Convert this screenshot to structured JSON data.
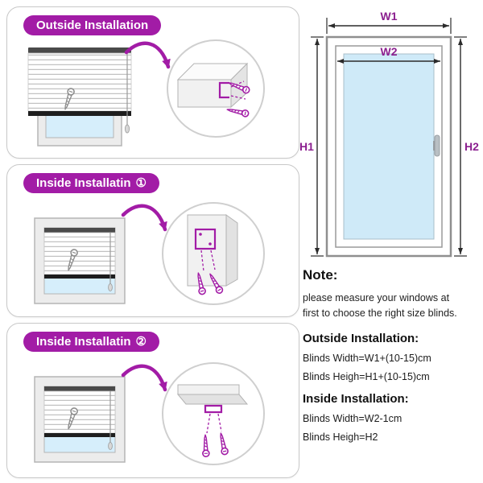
{
  "colors": {
    "accent": "#a21ca6",
    "measurement_label": "#8b1f8f",
    "glass_blue": "#cfeaf8",
    "rail_dark": "#1e1e1e"
  },
  "panels": [
    {
      "title": "Outside Installation",
      "badge": ""
    },
    {
      "title": "Inside Installatin",
      "badge": "①"
    },
    {
      "title": "Inside Installatin",
      "badge": "②"
    }
  ],
  "measurements": {
    "w1": "W1",
    "w2": "W2",
    "h1": "H1",
    "h2": "H2"
  },
  "notes": {
    "title": "Note:",
    "line1": "please measure your windows at",
    "line2": "first to choose the right size blinds.",
    "outside": {
      "title": "Outside Installation:",
      "width": "Blinds Width=W1+(10-15)cm",
      "height": "Blinds Heigh=H1+(10-15)cm"
    },
    "inside": {
      "title": "Inside Installation:",
      "width": "Blinds Width=W2-1cm",
      "height": "Blinds Heigh=H2"
    }
  }
}
